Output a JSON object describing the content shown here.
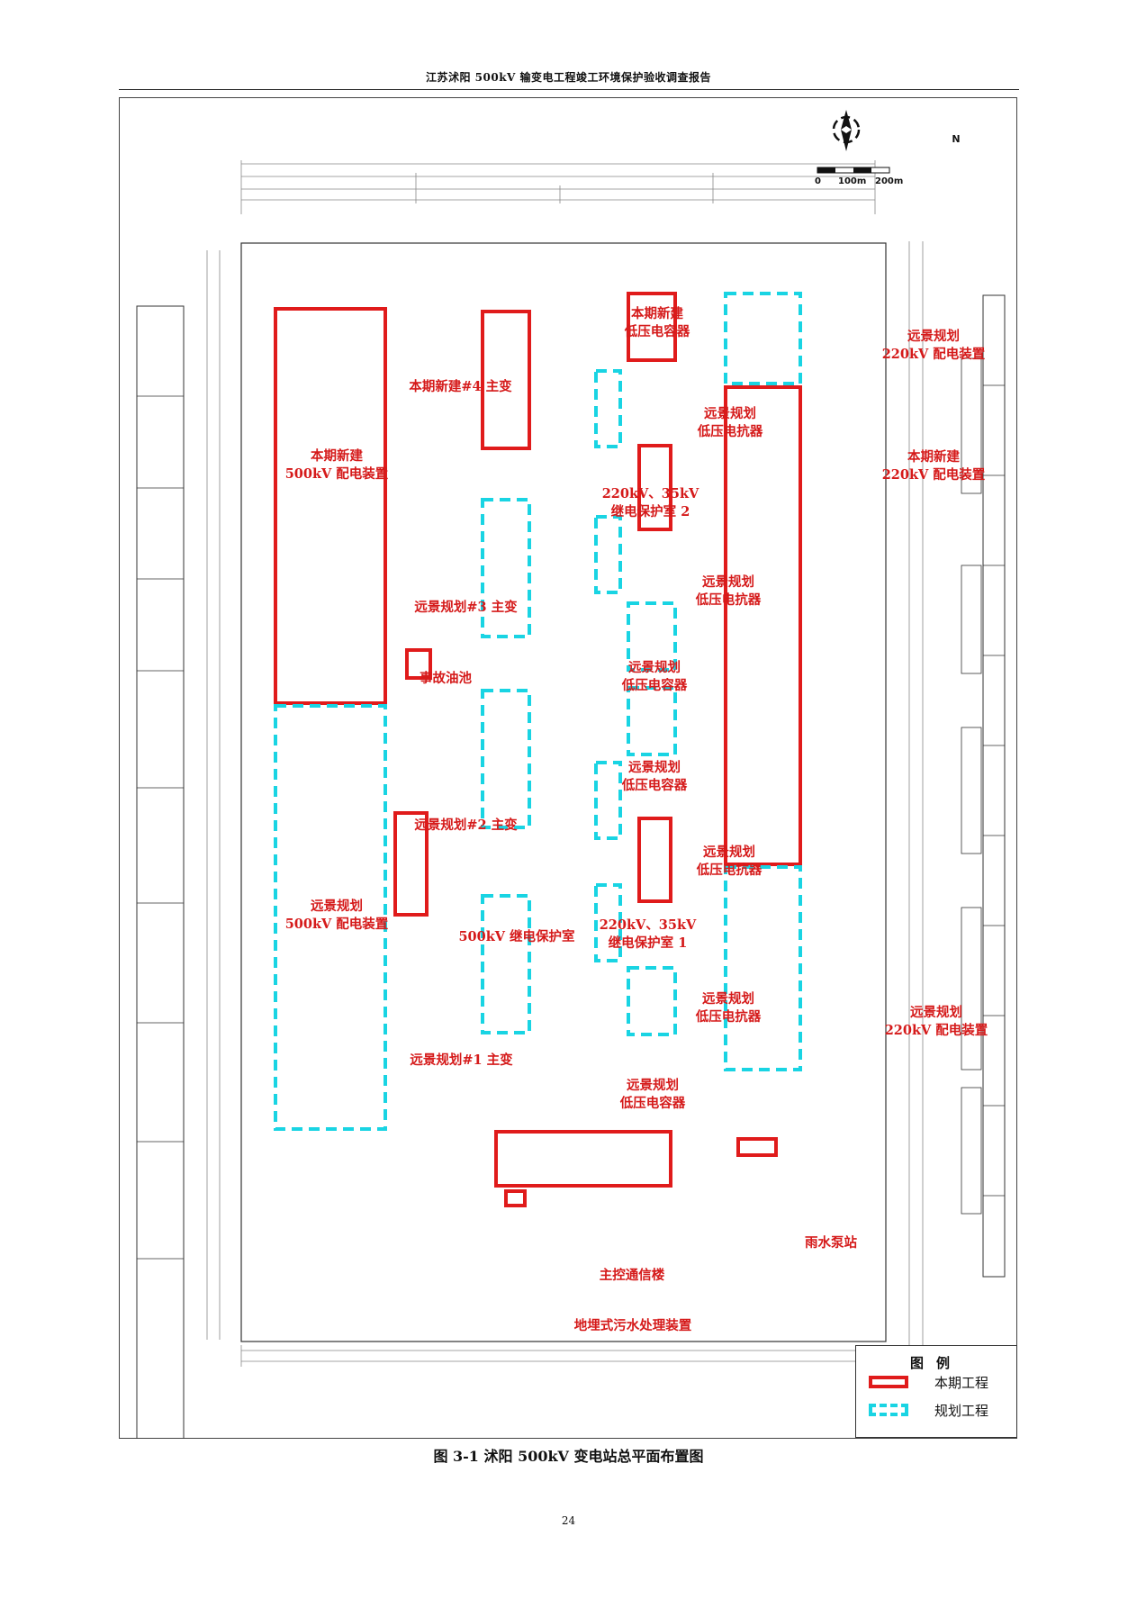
{
  "header": {
    "title": "江苏沭阳 500kV 输变电工程竣工环境保护验收调查报告"
  },
  "caption": "图 3-1    沭阳 500kV 变电站总平面布置图",
  "page_number": "24",
  "north_arrow": {
    "label": "N"
  },
  "scale_bar": {
    "labels": [
      "0",
      "100m",
      "200m"
    ]
  },
  "legend": {
    "title": "图例",
    "items": [
      {
        "label": "本期工程",
        "color": "#e01b1b",
        "style": "solid"
      },
      {
        "label": "规划工程",
        "color": "#19d4e3",
        "style": "dashed"
      }
    ]
  },
  "colors": {
    "current_phase": "#e01b1b",
    "planned": "#19d4e3",
    "label_text": "#d51a1a"
  },
  "plan": {
    "labels": {
      "lv_capacitor_new": "本期新建\n低压电容器",
      "transformer_4_new": "本期新建#4 主变",
      "planned_lv_reactor_1": "远景规划\n低压电抗器",
      "cfg_500kv_new": "本期新建\n500kV 配电装置",
      "relay_room_2": "220kV、35kV\n继电保护室 2",
      "planned_lv_reactor_2": "远景规划\n低压电抗器",
      "planned_transformer_3": "远景规划#3 主变",
      "planned_lv_capacitor_1": "远景规划\n低压电容器",
      "accident_oil_pool": "事故油池",
      "planned_lv_capacitor_2": "远景规划\n低压电容器",
      "planned_transformer_2": "远景规划#2 主变",
      "planned_lv_reactor_3": "远景规划\n低压电抗器",
      "planned_cfg_500kv": "远景规划\n500kV 配电装置",
      "relay_room_500kv": "500kV 继电保护室",
      "relay_room_1": "220kV、35kV\n继电保护室 1",
      "planned_lv_reactor_4": "远景规划\n低压电抗器",
      "planned_transformer_1": "远景规划#1 主变",
      "planned_lv_capacitor_3": "远景规划\n低压电容器",
      "planned_cfg_220kv_top": "远景规划\n220kV 配电装置",
      "cfg_220kv_new": "本期新建\n220kV 配电装置",
      "planned_cfg_220kv_bottom": "远景规划\n220kV 配电装置",
      "rainwater_pump": "雨水泵站",
      "main_control_building": "主控通信楼",
      "sewage_treatment": "地埋式污水处理装置"
    }
  }
}
